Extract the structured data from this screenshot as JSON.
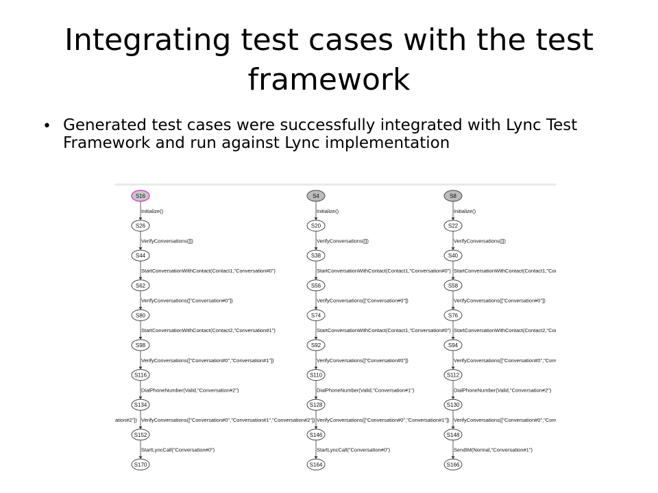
{
  "slide": {
    "title": "Integrating test cases with the test framework",
    "bullet": "Generated test cases were successfully integrated with Lync Test Framework and run against Lync implementation",
    "bullet_marker": "•"
  },
  "diagram": {
    "overflow_left_label": "ation#2\"])",
    "columns": [
      {
        "nodes": [
          "S16",
          "S26",
          "S44",
          "S62",
          "S80",
          "S98",
          "S116",
          "S134",
          "S152",
          "S170"
        ],
        "edges": [
          "Initialize()",
          "VerifyConversations([])",
          "StartConversationWithContact(Contact1,\"Conversation#0\")",
          "VerifyConversations([\"Conversation#0\"])",
          "StartConversationWithContact(Contact2,\"Conversation#1\")",
          "VerifyConversations([\"Conversation#0\",\"Conversation#1\"])",
          "DialPhoneNumber(Valid,\"Conversation#2\")",
          "VerifyConversations([\"Conversation#0\",\"Conversation#1\",\"Conversation#2\"])",
          "StartLyncCall(\"Conversation#0\")"
        ]
      },
      {
        "nodes": [
          "S4",
          "S20",
          "S38",
          "S56",
          "S74",
          "S92",
          "S110",
          "S128",
          "S146",
          "S164"
        ],
        "edges": [
          "Initialize()",
          "VerifyConversations([])",
          "StartConversationWithContact(Contact1,\"Conversation#0\")",
          "VerifyConversations([\"Conversation#0\"])",
          "StartConversationWithContact(Contact1,\"Conversation#0\")",
          "VerifyConversations([\"Conversation#0\"])",
          "DialPhoneNumber(Valid,\"Conversation#1\")",
          "VerifyConversations([\"Conversation#0\",\"Conversation#1\"])",
          "StartLyncCall(\"Conversation#0\")"
        ]
      },
      {
        "nodes": [
          "S8",
          "S22",
          "S40",
          "S58",
          "S76",
          "S94",
          "S112",
          "S130",
          "S148",
          "S166"
        ],
        "edges": [
          "Initialize()",
          "VerifyConversations([])",
          "StartConversationWithContact(Contact1,\"Conv",
          "VerifyConversations([\"Conversation#0\"])",
          "StartConversationWithContact(Contact2,\"Conv",
          "VerifyConversations([\"Conversation#0\",\"Conve",
          "DialPhoneNumber(Valid,\"Conversation#2\")",
          "VerifyConversations([\"Conversation#0\",\"Conve",
          "SendIM(Normal,\"Conversation#1\")"
        ]
      }
    ]
  },
  "colors": {
    "start_node_stroke": "#d048d0",
    "initial_node_fill": "#bcbcbc"
  }
}
